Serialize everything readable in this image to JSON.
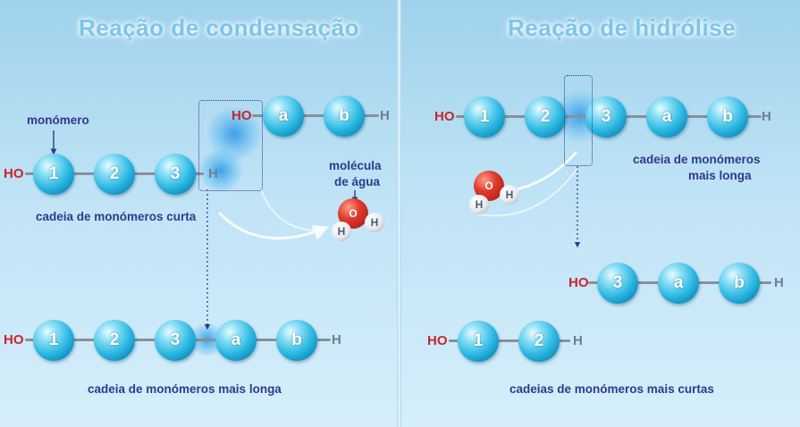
{
  "left": {
    "title": "Reação de condensação",
    "label_monomer": "monómero",
    "label_short_chain": "cadeia de monómeros curta",
    "label_water": "molécula de água",
    "label_water_line1": "molécula",
    "label_water_line2": "de água",
    "label_long_chain": "cadeia de monómeros mais longa"
  },
  "right": {
    "title": "Reação de hidrólise",
    "label_long_chain_line1": "cadeia de monómeros",
    "label_long_chain_line2": "mais longa",
    "label_short_chains": "cadeias de monómeros mais curtas"
  },
  "chem": {
    "ho": "HO",
    "h": "H",
    "o": "O"
  },
  "beads": {
    "one": "1",
    "two": "2",
    "three": "3",
    "a": "a",
    "b": "b"
  },
  "colors": {
    "title": "#7cc6ea",
    "label": "#2e3a8c",
    "ho_red": "#c9252d",
    "bead_blue": "#2cb8e2",
    "oxygen": "#e03a2a"
  }
}
